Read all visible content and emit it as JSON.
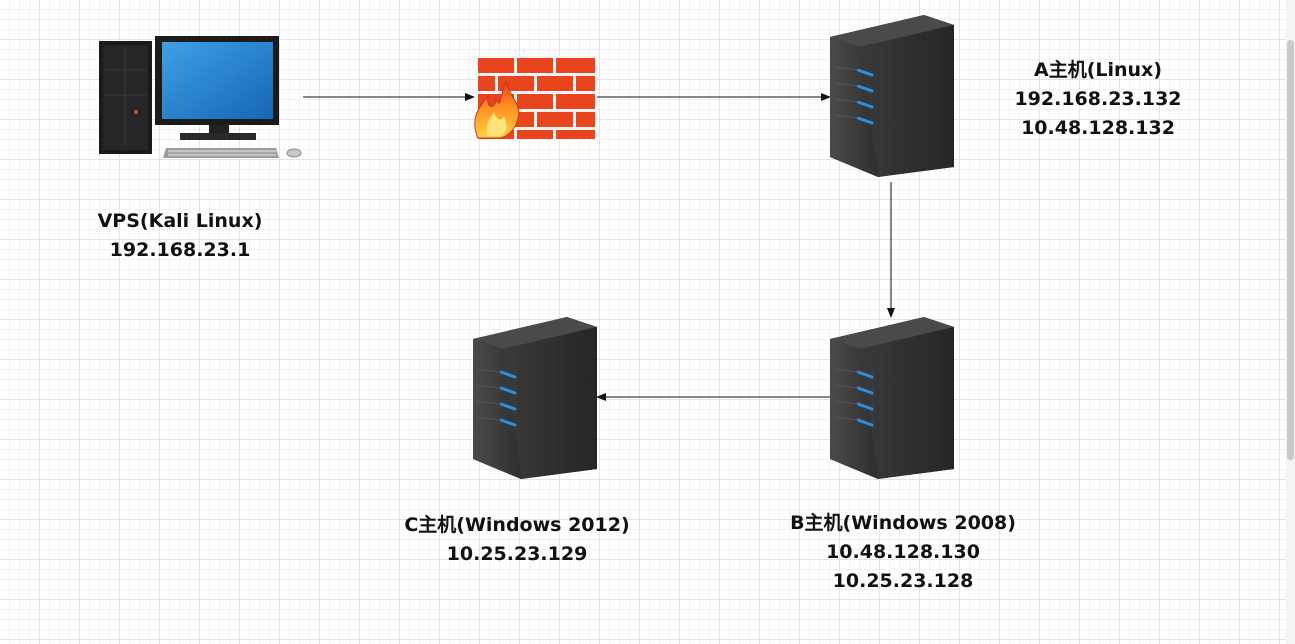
{
  "nodes": {
    "vps": {
      "title": "VPS(Kali Linux)",
      "ip1": "192.168.23.1"
    },
    "firewall": {
      "icon": "firewall-icon"
    },
    "host_a": {
      "title": "A主机(Linux)",
      "ip1": "192.168.23.132",
      "ip2": "10.48.128.132"
    },
    "host_b": {
      "title": "B主机(Windows 2008)",
      "ip1": "10.48.128.130",
      "ip2": "10.25.23.128"
    },
    "host_c": {
      "title": "C主机(Windows 2012)",
      "ip1": "10.25.23.129"
    }
  },
  "edges": [
    {
      "from": "vps",
      "to": "firewall"
    },
    {
      "from": "firewall",
      "to": "host_a"
    },
    {
      "from": "host_a",
      "to": "host_b"
    },
    {
      "from": "host_b",
      "to": "host_c"
    }
  ],
  "colors": {
    "firewall_brick": "#e8441e",
    "server_body": "#2e2e2e",
    "server_led": "#2a8fe0",
    "edge": "#111111"
  }
}
